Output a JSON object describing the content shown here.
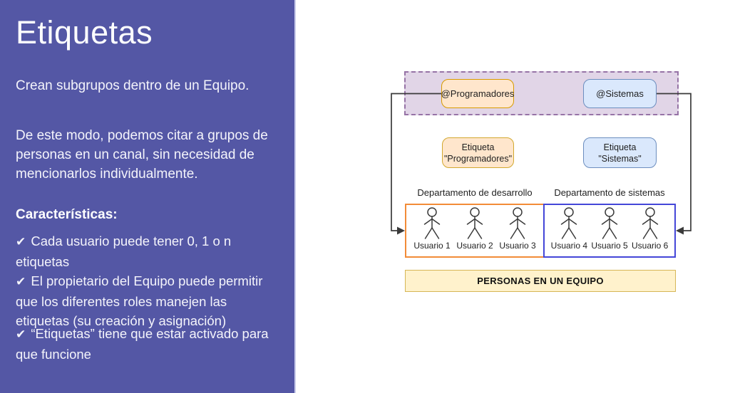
{
  "panel": {
    "title": "Etiquetas",
    "intro": "Crean subgrupos dentro de un Equipo.",
    "description": "De este modo, podemos citar a grupos de\npersonas en un canal, sin necesidad de\nmencionarlos individualmente.",
    "features_heading": "Características:",
    "check_icon": "✔",
    "bullets": [
      "Cada usuario puede tener 0, 1 o n\netiquetas",
      "El propietario del Equipo puede permitir\nque los diferentes roles manejen las\netiquetas (su creación y asignación)",
      "“Etiquetas” tiene que estar activado para\nque funcione"
    ]
  },
  "diagram": {
    "tags": [
      {
        "label": "@Programadores"
      },
      {
        "label": "@Sistemas"
      }
    ],
    "etiquetas": [
      {
        "line1": "Etiqueta",
        "line2": "\"Programadores\""
      },
      {
        "line1": "Etiqueta",
        "line2": "\"Sistemas\""
      }
    ],
    "departments": [
      {
        "title": "Departamento de desarrollo",
        "users": [
          "Usuario 1",
          "Usuario 2",
          "Usuario 3"
        ]
      },
      {
        "title": "Departamento de sistemas",
        "users": [
          "Usuario 4",
          "Usuario 5",
          "Usuario 6"
        ]
      }
    ],
    "team_label": "PERSONAS EN UN EQUIPO"
  },
  "colors": {
    "panel_bg": "#5457A5",
    "panel_edge": "#C9CBE9",
    "tags_group_fill": "#E1D5E7",
    "tags_group_stroke": "#9673A6",
    "orange_fill": "#FFE6CC",
    "orange_stroke": "#D79B00",
    "blue_fill": "#DAE8FC",
    "blue_stroke": "#6C8EBF",
    "dept_dev_stroke": "#F28C38",
    "dept_sys_stroke": "#4446D8",
    "team_fill": "#FFF2CC",
    "team_stroke": "#D6B656",
    "connector": "#3A3A3A"
  }
}
